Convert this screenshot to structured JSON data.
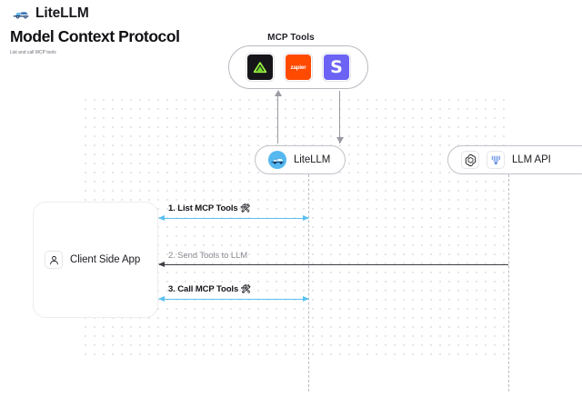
{
  "header": {
    "brand": "LiteLLM",
    "brand_logo_icon": "litellm-truck-logo",
    "title": "Model Context Protocol",
    "subtitle": "List and call MCP tools"
  },
  "diagram": {
    "mcp_group": {
      "title": "MCP Tools",
      "tools": [
        {
          "name": "linear",
          "icon": "linear-triangle-icon",
          "label": "",
          "bg": "#16161a"
        },
        {
          "name": "zapier",
          "icon": "zapier-icon",
          "label": "zapier",
          "bg": "#ff4a00"
        },
        {
          "name": "slack",
          "icon": "slack-s-icon",
          "label": "S",
          "bg": "#6c63f5"
        }
      ]
    },
    "nodes": [
      {
        "id": "litellm",
        "label": "LiteLLM",
        "icon": "litellm-avatar-icon"
      },
      {
        "id": "llm_api",
        "label": "LLM API",
        "icons": [
          "openai-icon",
          "anthropic-icon"
        ]
      },
      {
        "id": "client",
        "label": "Client Side App",
        "icon": "user-person-icon"
      }
    ],
    "messages": [
      {
        "id": "msg-1",
        "label": "1. List MCP Tools",
        "emoji": "🛠",
        "color": "#5bc0f0",
        "direction": "bidirectional"
      },
      {
        "id": "msg-2",
        "label": "2. Send Tools to LLM",
        "emoji": "",
        "color": "#3d3d45",
        "direction": "left"
      },
      {
        "id": "msg-3",
        "label": "3. Call MCP Tools",
        "emoji": "🛠",
        "color": "#5bc0f0",
        "direction": "bidirectional"
      }
    ]
  }
}
